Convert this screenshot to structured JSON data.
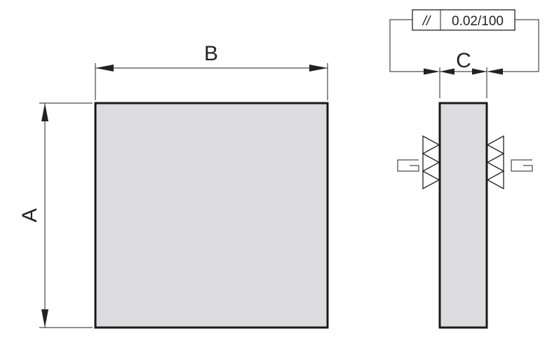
{
  "labels": {
    "dim_a": "A",
    "dim_b": "B",
    "dim_c": "C",
    "grind_left": "G",
    "grind_right": "G"
  },
  "tolerance_frame": {
    "symbol": "//",
    "value": "0.02/100"
  },
  "colors": {
    "part_fill": "#dcdcde",
    "outline": "#1a1a1a"
  }
}
